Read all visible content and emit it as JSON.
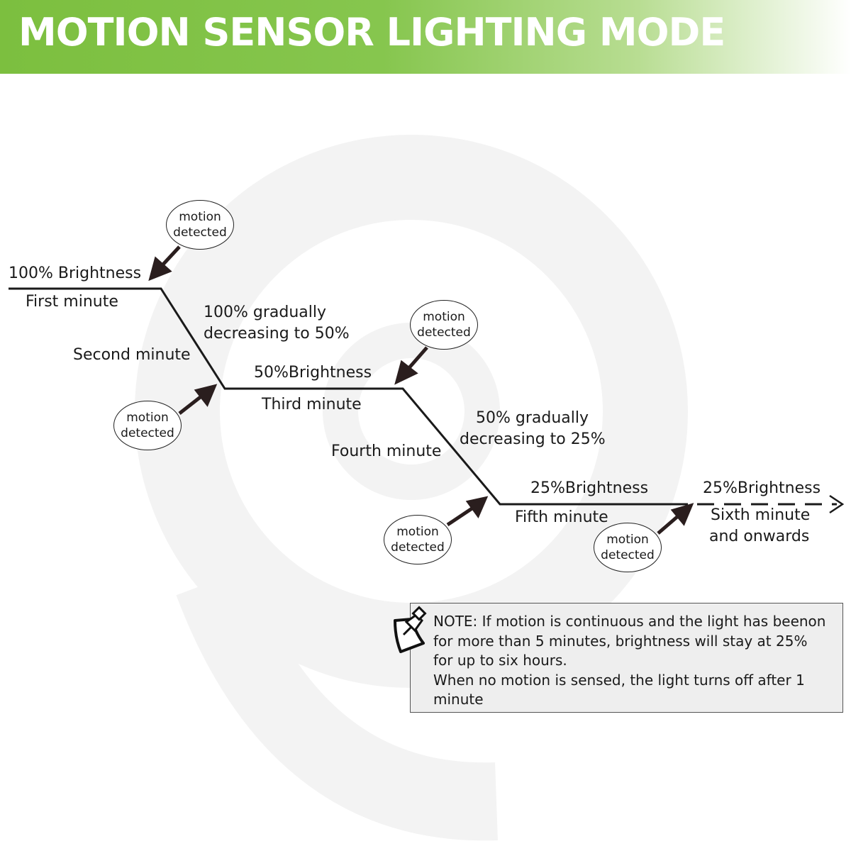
{
  "header": {
    "title": "MOTION SENSOR LIGHTING MODE"
  },
  "diagram": {
    "stages": [
      {
        "brightness": "100% Brightness",
        "time": "First minute"
      },
      {
        "transition": [
          "100% gradually",
          "decreasing to 50%"
        ],
        "time": "Second minute"
      },
      {
        "brightness": "50%Brightness",
        "time": "Third minute"
      },
      {
        "transition": [
          "50% gradually",
          "decreasing to 25%"
        ],
        "time": "Fourth minute"
      },
      {
        "brightness": "25%Brightness",
        "time": "Fifth minute"
      },
      {
        "brightness": "25%Brightness",
        "time": [
          "Sixth minute",
          "and onwards"
        ]
      }
    ],
    "motion_bubble": [
      "motion",
      "detected"
    ]
  },
  "note": {
    "lines": [
      "NOTE: If motion is continuous and the light has beenon",
      "for more than 5 minutes, brightness will stay at 25%",
      "for up to six hours.",
      "When no motion is sensed, the light turns off after 1",
      "minute"
    ],
    "icon": "pushpin-note-icon"
  },
  "colors": {
    "header_green": "#7cbf3f",
    "line": "#1a1a1a",
    "note_bg": "#eeeeee"
  }
}
